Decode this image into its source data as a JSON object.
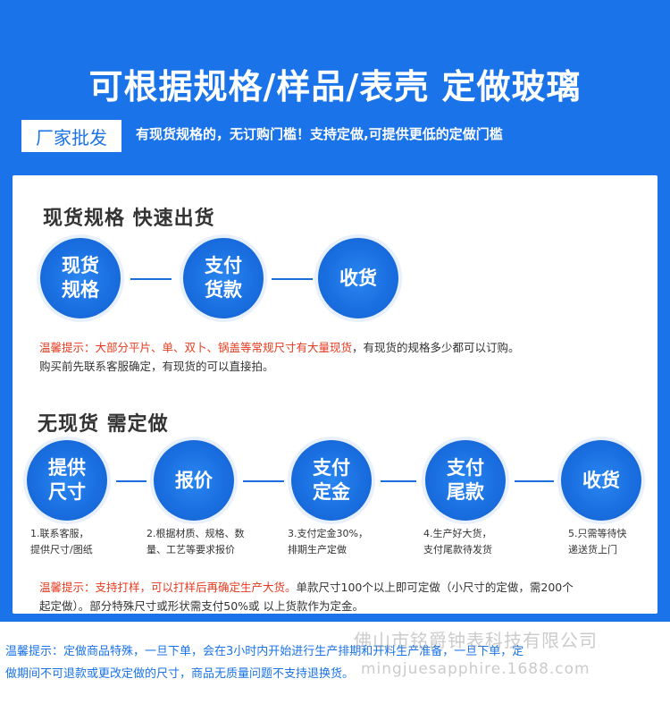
{
  "colors": {
    "brand_blue": "#1a73e8",
    "warn_red": "#e63b1f"
  },
  "header": {
    "headline": "可根据规格/样品/表壳  定做玻璃",
    "badge": "厂家批发",
    "subtitle": "有现货规格的，无订购门槛！支持定做,可提供更低的定做门槛"
  },
  "in_stock": {
    "title": "现货规格  快速出货",
    "steps": [
      {
        "line1": "现货",
        "line2": "规格"
      },
      {
        "line1": "支付",
        "line2": "货款"
      },
      {
        "line1": "收货",
        "line2": ""
      }
    ],
    "tip_red": "温馨提示：大部分平片、单、双卜、锅盖等常规尺寸有大量现货",
    "tip_rest": "，有现货的规格多少都可以订购。",
    "tip_line2": "购买前先联系客服确定，有现货的可以直接拍。"
  },
  "custom": {
    "title": "无现货  需定做",
    "steps": [
      {
        "line1": "提供",
        "line2": "尺寸",
        "cap1": "1.联系客服，",
        "cap2": "提供尺寸/图纸"
      },
      {
        "line1": "报价",
        "line2": "",
        "cap1": "2.根据材质、规格、数",
        "cap2": "量、工艺等要求报价"
      },
      {
        "line1": "支付",
        "line2": "定金",
        "cap1": "3.支付定金30%，",
        "cap2": "排期生产定做"
      },
      {
        "line1": "支付",
        "line2": "尾款",
        "cap1": "4.生产好大货，",
        "cap2": "支付尾款待发货"
      },
      {
        "line1": "收货",
        "line2": "",
        "cap1": "5.只需等待快",
        "cap2": "递送货上门"
      }
    ],
    "tip_red": "温馨提示：支持打样，可以打样后再确定生产大货。",
    "tip_rest": "单款尺寸100个以上即可定做（小尺寸的定做，需200个",
    "tip_line2": "起定做）。部分特殊尺寸或形状需支付50%或 以上货款作为定金。"
  },
  "footer": {
    "line1": "温馨提示：定做商品特殊，一旦下单，会在3小时内开始进行生产排期和开料生产准备，一旦下单，定",
    "line2": "做期间不可退款或更改定做的尺寸，商品无质量问题不支持退换货。"
  },
  "watermark": {
    "company": "佛山市铭爵钟表科技有限公司",
    "url": "mingjuesapphire.1688.com"
  }
}
